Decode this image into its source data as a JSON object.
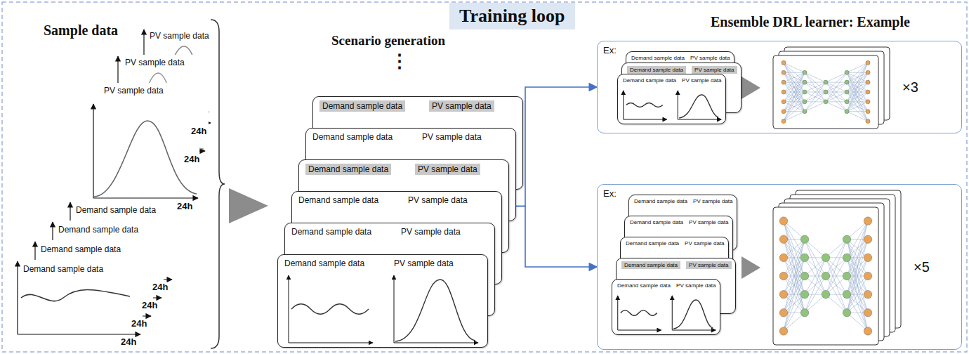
{
  "diagram": {
    "title": "Training loop",
    "nodes": [
      {
        "text": [
          "Demand sample data",
          "PV sample data"
        ]
      },
      {
        "text": [
          "Demand sample data",
          "PV sample data"
        ]
      },
      {
        "text": [
          "Demand sample data",
          "PV sample data"
        ]
      },
      {
        "text": [
          "Demand sample data",
          "PV sample data"
        ]
      },
      {
        "text": [
          "Demand sample data",
          "PV sample data"
        ]
      },
      {
        "text": [
          "Demand sample data",
          "PV sample data"
        ]
      },
      {
        "text": [
          "Ex:",
          "×3"
        ]
      },
      {
        "text": [
          "Demand sample data",
          "PV sample data"
        ],
        "in": 6
      },
      {
        "text": [
          "Demand sample data",
          "PV sample data"
        ],
        "in": 6
      },
      {
        "text": [
          "Demand sample data",
          "PV sample data"
        ],
        "in": 6
      },
      {
        "text": [
          "Ex:",
          "×5"
        ]
      },
      {
        "text": [
          "Demand sample data",
          "PV sample data"
        ],
        "in": 10
      },
      {
        "text": [
          "Demand sample data",
          "PV sample data"
        ],
        "in": 10
      },
      {
        "text": [
          "Demand sample data",
          "PV sample data"
        ],
        "in": 10
      },
      {
        "text": [
          "Demand sample data",
          "PV sample data"
        ],
        "in": 10
      },
      {
        "text": [
          "Demand sample data",
          "PV sample data"
        ],
        "in": 10
      }
    ],
    "edges": [
      {
        "from": 2,
        "to": 6,
        "arrow": "to"
      },
      {
        "from": 2,
        "to": 10,
        "arrow": "to"
      }
    ],
    "labels": [
      "Sample data",
      "PV sample data",
      "PV sample data",
      "PV sample data",
      "24h",
      "24h",
      "24h",
      "Demand sample data",
      "Demand sample data",
      "Demand sample data",
      "Demand sample data",
      "24h",
      "24h",
      "24h",
      "24h",
      "Scenario generation",
      "⋮",
      "Ensemble DRL learner: Example"
    ]
  }
}
